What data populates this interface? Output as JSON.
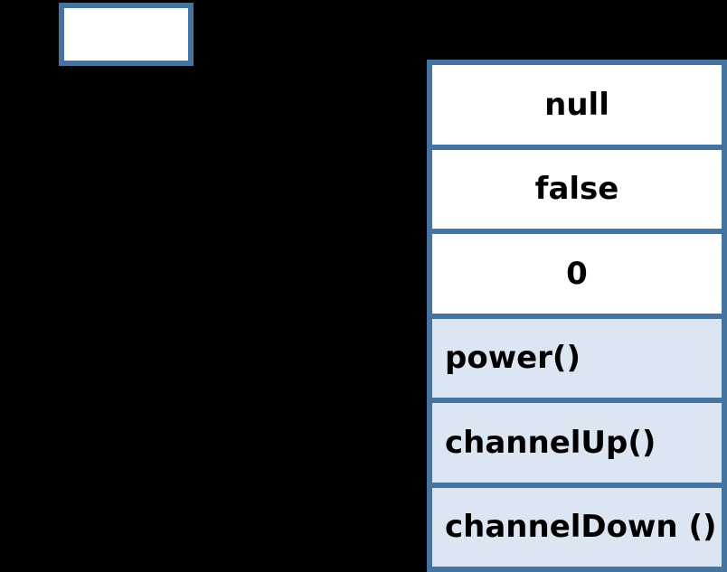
{
  "colors": {
    "background": "#000000",
    "border_blue": "#4574A1",
    "cell_white": "#FFFFFF",
    "cell_light_blue": "#DCE6F2",
    "text": "#000000"
  },
  "variable_box": {
    "text": ""
  },
  "object_table": {
    "rows": [
      {
        "label": "null",
        "kind": "value"
      },
      {
        "label": "false",
        "kind": "value"
      },
      {
        "label": "0",
        "kind": "value"
      },
      {
        "label": "power()",
        "kind": "method"
      },
      {
        "label": "channelUp()",
        "kind": "method"
      },
      {
        "label": "channelDown ()",
        "kind": "method"
      }
    ]
  }
}
